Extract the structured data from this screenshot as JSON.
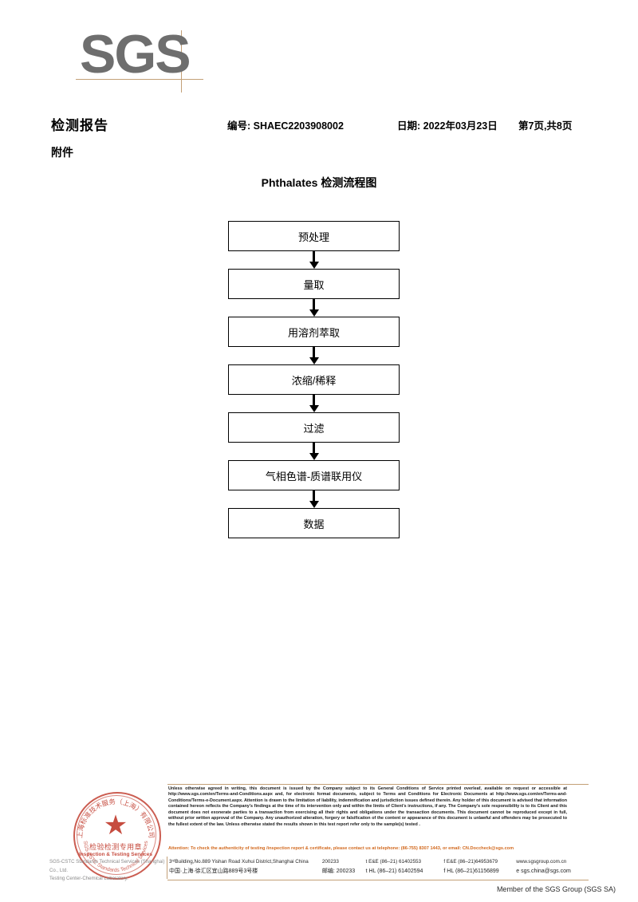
{
  "logo": {
    "text": "SGS",
    "rule_color": "#c3a077",
    "text_color": "#6e6e6e"
  },
  "header": {
    "title": "检测报告",
    "attachment_label": "附件",
    "report_no": "编号: SHAEC2203908002",
    "date": "日期: 2022年03月23日",
    "page": "第7页,共8页"
  },
  "flowchart": {
    "title": "Phthalates 检测流程图",
    "steps": [
      {
        "label": "预处理"
      },
      {
        "label": "量取"
      },
      {
        "label": "用溶剂萃取"
      },
      {
        "label": "浓缩/稀释"
      },
      {
        "label": "过滤"
      },
      {
        "label": "气相色谱-质谱联用仪"
      },
      {
        "label": "数据"
      }
    ]
  },
  "seal": {
    "arc_top": "上海标准技术服务（上海）有限公司",
    "arc_bottom": "SGS-CSTC Standards Technical Services",
    "star": "★",
    "line_cn": "检验检测专用章",
    "line_en": "Inspection & Testing Services",
    "color": "#c0392b"
  },
  "footer": {
    "legal": "Unless otherwise agreed in writing, this document is issued by the Company subject to its General Conditions of Service printed overleaf, available on request or accessible at http://www.sgs.com/en/Terms-and-Conditions.aspx and, for electronic format documents, subject to Terms and Conditions for Electronic Documents at http://www.sgs.com/en/Terms-and-Conditions/Terms-e-Document.aspx. Attention is drawn to the limitation of liability, indemnification and jurisdiction issues defined therein. Any holder of this document is advised that information contained hereon reflects the Company's findings at the time of its intervention only and within the limits of Client's instructions, if any. The Company's sole responsibility is to its Client and this document does not exonerate parties to a transaction from exercising all their rights and obligations under the transaction documents. This document cannot be reproduced except in full, without prior written approval of the Company. Any unauthorized alteration, forgery or falsification of the content or appearance of this document is unlawful and offenders may be prosecuted to the fullest extent of the law. Unless otherwise stated the results shown in this test report refer only to the sample(s) tested .",
    "attention": "Attention: To check the authenticity of testing /inspection report & certificate, please contact us at telephone: (86-755) 8307 1443, or email: CN.Doccheck@sgs.com",
    "attention_color": "#d2691e",
    "company_line1": "SGS-CSTC Standards Technical Services (Shanghai) Co., Ltd.",
    "company_line2": "Testing Center-Chemical Laboratory.",
    "address_en": "3ʳᵈBuilding,No.889 Yishan Road Xuhui District,Shanghai China",
    "address_cn": "中国·上海·徐汇区宜山路889号3号楼",
    "zip_en": "200233",
    "zip_cn": "邮编: 200233",
    "tel_ee": "t E&E (86–21) 61402553",
    "fax_ee": "f E&E (86–21)64953679",
    "tel_hl": "t HL (86–21) 61402594",
    "fax_hl": "f HL (86–21)61156899",
    "website": "www.sgsgroup.com.cn",
    "email": "e  sgs.china@sgs.com",
    "member": "Member of the SGS Group (SGS SA)"
  }
}
